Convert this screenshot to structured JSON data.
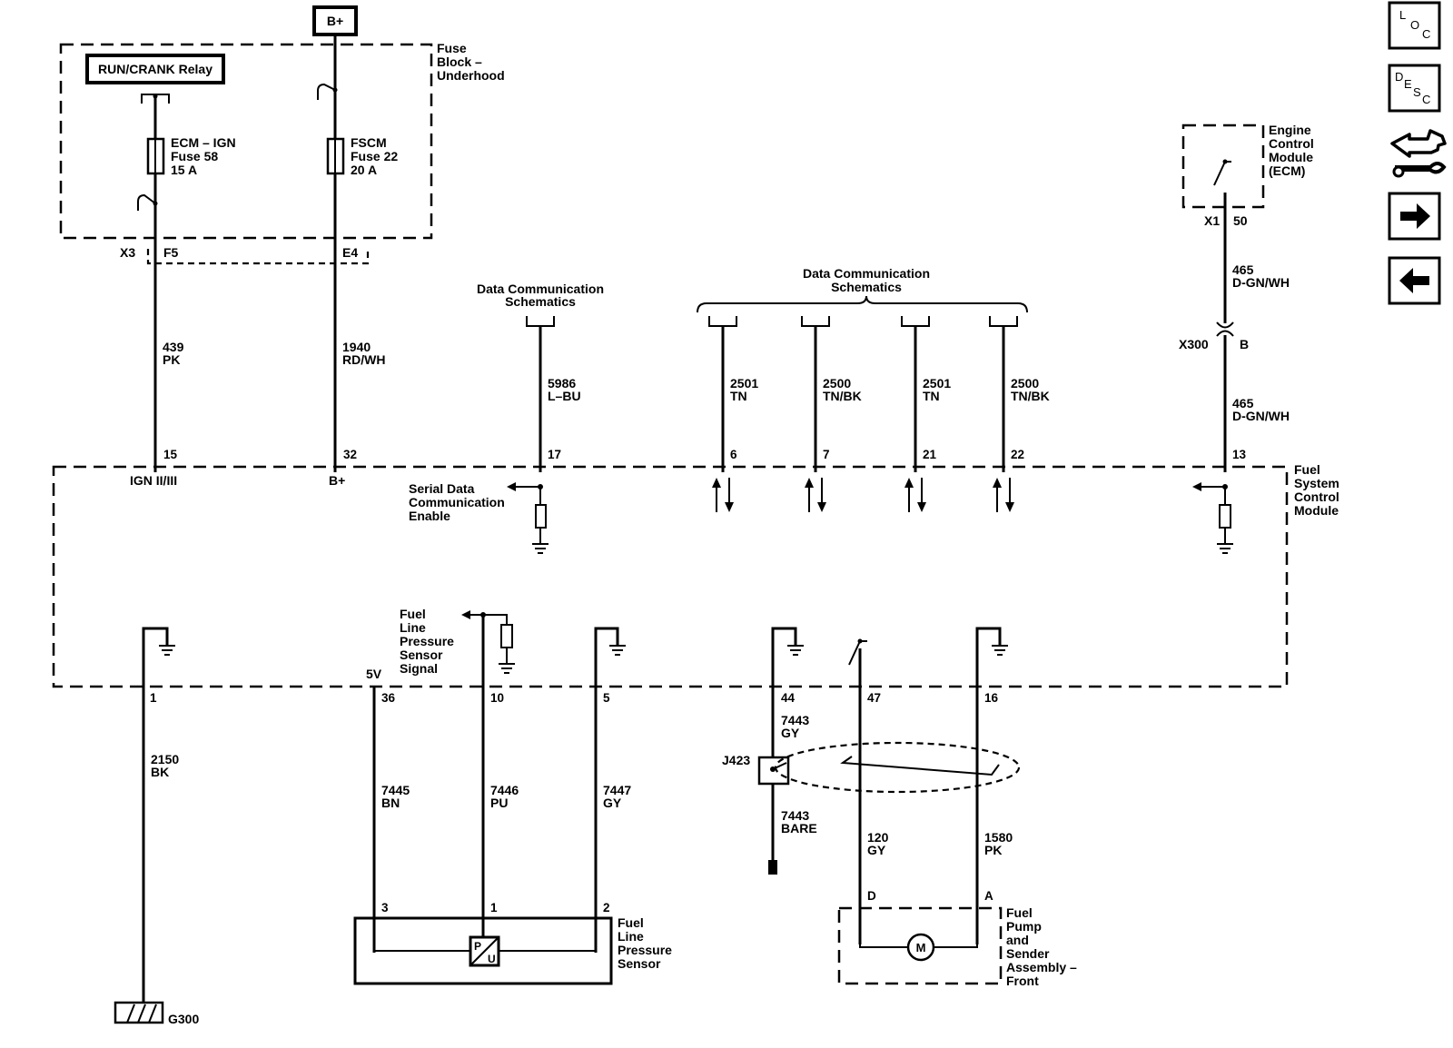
{
  "supply": {
    "label": "B+"
  },
  "fuse_block": {
    "title": [
      "Fuse",
      "Block –",
      "Underhood"
    ],
    "relay": "RUN/CRANK Relay"
  },
  "fuses": [
    {
      "lines": [
        "ECM – IGN",
        "Fuse 58",
        "15 A"
      ]
    },
    {
      "lines": [
        "FSCM",
        "Fuse 22",
        "20 A"
      ]
    }
  ],
  "connectors": {
    "x3": "X3",
    "f5": "F5",
    "e4": "E4",
    "x1": "X1",
    "x1_pin": "50",
    "x300": "X300",
    "x300_pin": "B",
    "j423": "J423",
    "g300": "G300"
  },
  "ecm": {
    "title": [
      "Engine",
      "Control",
      "Module",
      "(ECM)"
    ]
  },
  "fscm": {
    "title": [
      "Fuel",
      "System",
      "Control",
      "Module"
    ]
  },
  "data_comm": {
    "left": [
      "Data Communication",
      "Schematics"
    ],
    "right": [
      "Data Communication",
      "Schematics"
    ]
  },
  "circuits": {
    "c439": [
      "439",
      "PK"
    ],
    "c1940": [
      "1940",
      "RD/WH"
    ],
    "c5986": [
      "5986",
      "L–BU"
    ],
    "c2501a": [
      "2501",
      "TN"
    ],
    "c2500a": [
      "2500",
      "TN/BK"
    ],
    "c2501b": [
      "2501",
      "TN"
    ],
    "c2500b": [
      "2500",
      "TN/BK"
    ],
    "c465a": [
      "465",
      "D-GN/WH"
    ],
    "c465b": [
      "465",
      "D-GN/WH"
    ],
    "c2150": [
      "2150",
      "BK"
    ],
    "c7445": [
      "7445",
      "BN"
    ],
    "c7446": [
      "7446",
      "PU"
    ],
    "c7447": [
      "7447",
      "GY"
    ],
    "c7443a": [
      "7443",
      "GY"
    ],
    "c7443b": [
      "7443",
      "BARE"
    ],
    "c120": [
      "120",
      "GY"
    ],
    "c1580": [
      "1580",
      "PK"
    ]
  },
  "pins_top": {
    "p15": "15",
    "p32": "32",
    "p17": "17",
    "p6": "6",
    "p7": "7",
    "p21": "21",
    "p22": "22",
    "p13": "13"
  },
  "pins_bottom": {
    "p1": "1",
    "p36": "36",
    "p10": "10",
    "p5": "5",
    "p44": "44",
    "p47": "47",
    "p16": "16"
  },
  "internal": {
    "ign": "IGN II/III",
    "bplus": "B+",
    "serial": [
      "Serial Data",
      "Communication",
      "Enable"
    ],
    "flps_signal": [
      "Fuel",
      "Line",
      "Pressure",
      "Sensor",
      "Signal"
    ],
    "v5": "5V"
  },
  "sensor": {
    "title": [
      "Fuel",
      "Line",
      "Pressure",
      "Sensor"
    ],
    "pins": {
      "p3": "3",
      "p1": "1",
      "p2": "2"
    },
    "symbol_p": "P",
    "symbol_u": "U"
  },
  "pump": {
    "title": [
      "Fuel",
      "Pump",
      "and",
      "Sender",
      "Assembly –",
      "Front"
    ],
    "pins": {
      "d": "D",
      "a": "A"
    },
    "motor": "M"
  },
  "nav": [
    {
      "name": "loc-icon",
      "letters": [
        "L",
        "O",
        "C"
      ]
    },
    {
      "name": "desc-icon",
      "letters": [
        "D",
        "E",
        "S",
        "C"
      ]
    },
    {
      "name": "tools-icon"
    },
    {
      "name": "next-arrow-icon"
    },
    {
      "name": "back-arrow-icon"
    }
  ]
}
